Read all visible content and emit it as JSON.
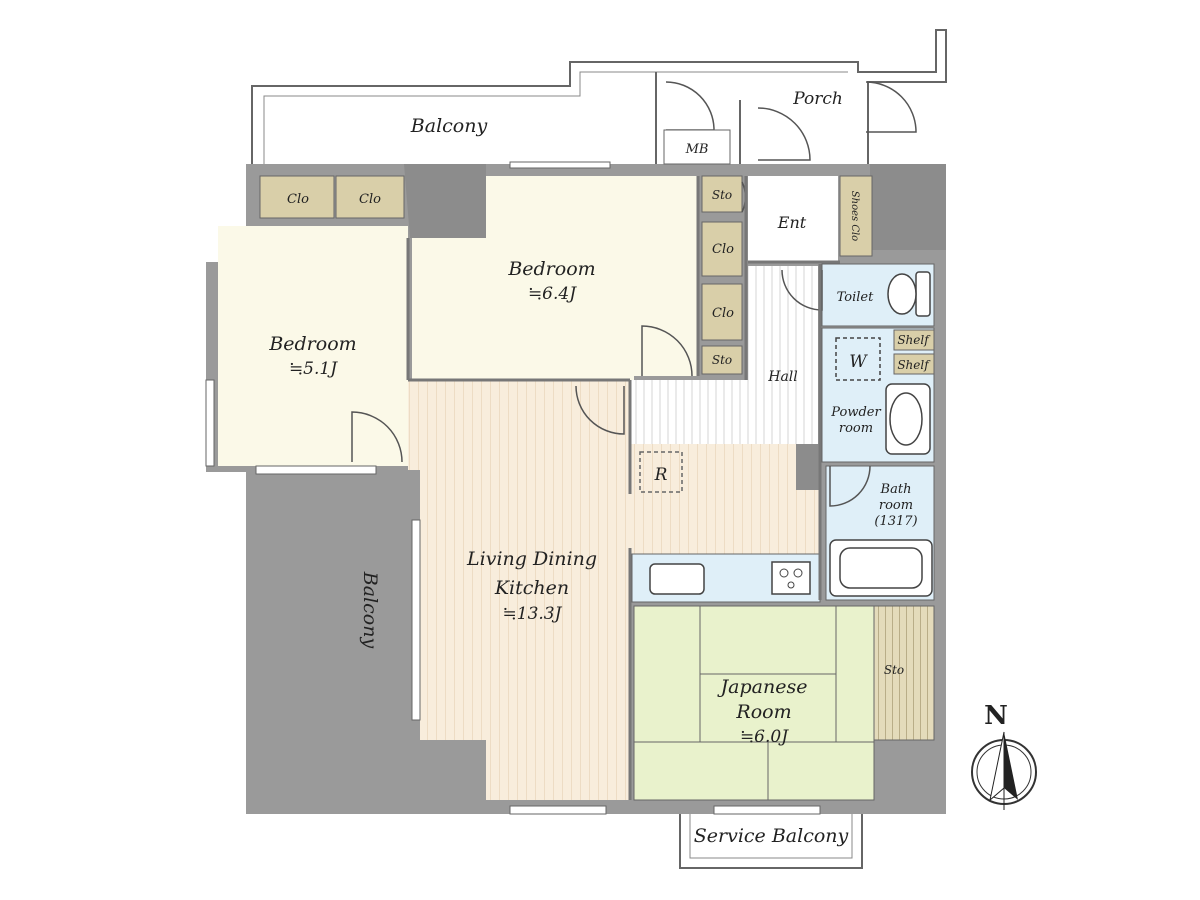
{
  "colors": {
    "wall": "#9a9a9a",
    "wall_dark": "#8c8c8c",
    "bedroom": "#fbf9e8",
    "living": "#f8eddc",
    "living_stripe": "#eddcc4",
    "hall": "#ffffff",
    "hall_stripe": "#d6d6d6",
    "wet": "#dfeff8",
    "tatami": "#e9f2cc",
    "closet": "#d9cfa9",
    "outline": "#555555",
    "fixture": "#ffffff"
  },
  "rooms": {
    "balcony_north": "Balcony",
    "porch": "Porch",
    "mb": "MB",
    "clo_a": "Clo",
    "clo_b": "Clo",
    "sto_top": "Sto",
    "ent": "Ent",
    "shoes_clo": "Shoes Clo",
    "bedroom_main": {
      "name": "Bedroom",
      "size": "≒6.4J"
    },
    "clo_mid_1": "Clo",
    "clo_mid_2": "Clo",
    "sto_mid": "Sto",
    "toilet": "Toilet",
    "shelf_1": "Shelf",
    "shelf_2": "Shelf",
    "washer": "W",
    "bedroom_west": {
      "name": "Bedroom",
      "size": "≒5.1J"
    },
    "hall": "Hall",
    "powder": {
      "line1": "Powder",
      "line2": "room"
    },
    "fridge": "R",
    "bath": {
      "line1": "Bath",
      "line2": "room",
      "line3": "(1317)"
    },
    "ldk": {
      "line1": "Living Dining",
      "line2": "Kitchen",
      "size": "≒13.3J"
    },
    "balcony_west": "Balcony",
    "japanese": {
      "line1": "Japanese",
      "line2": "Room",
      "size": "≒6.0J"
    },
    "sto_east": "Sto",
    "service_balcony": "Service Balcony"
  },
  "compass": {
    "label": "N"
  }
}
